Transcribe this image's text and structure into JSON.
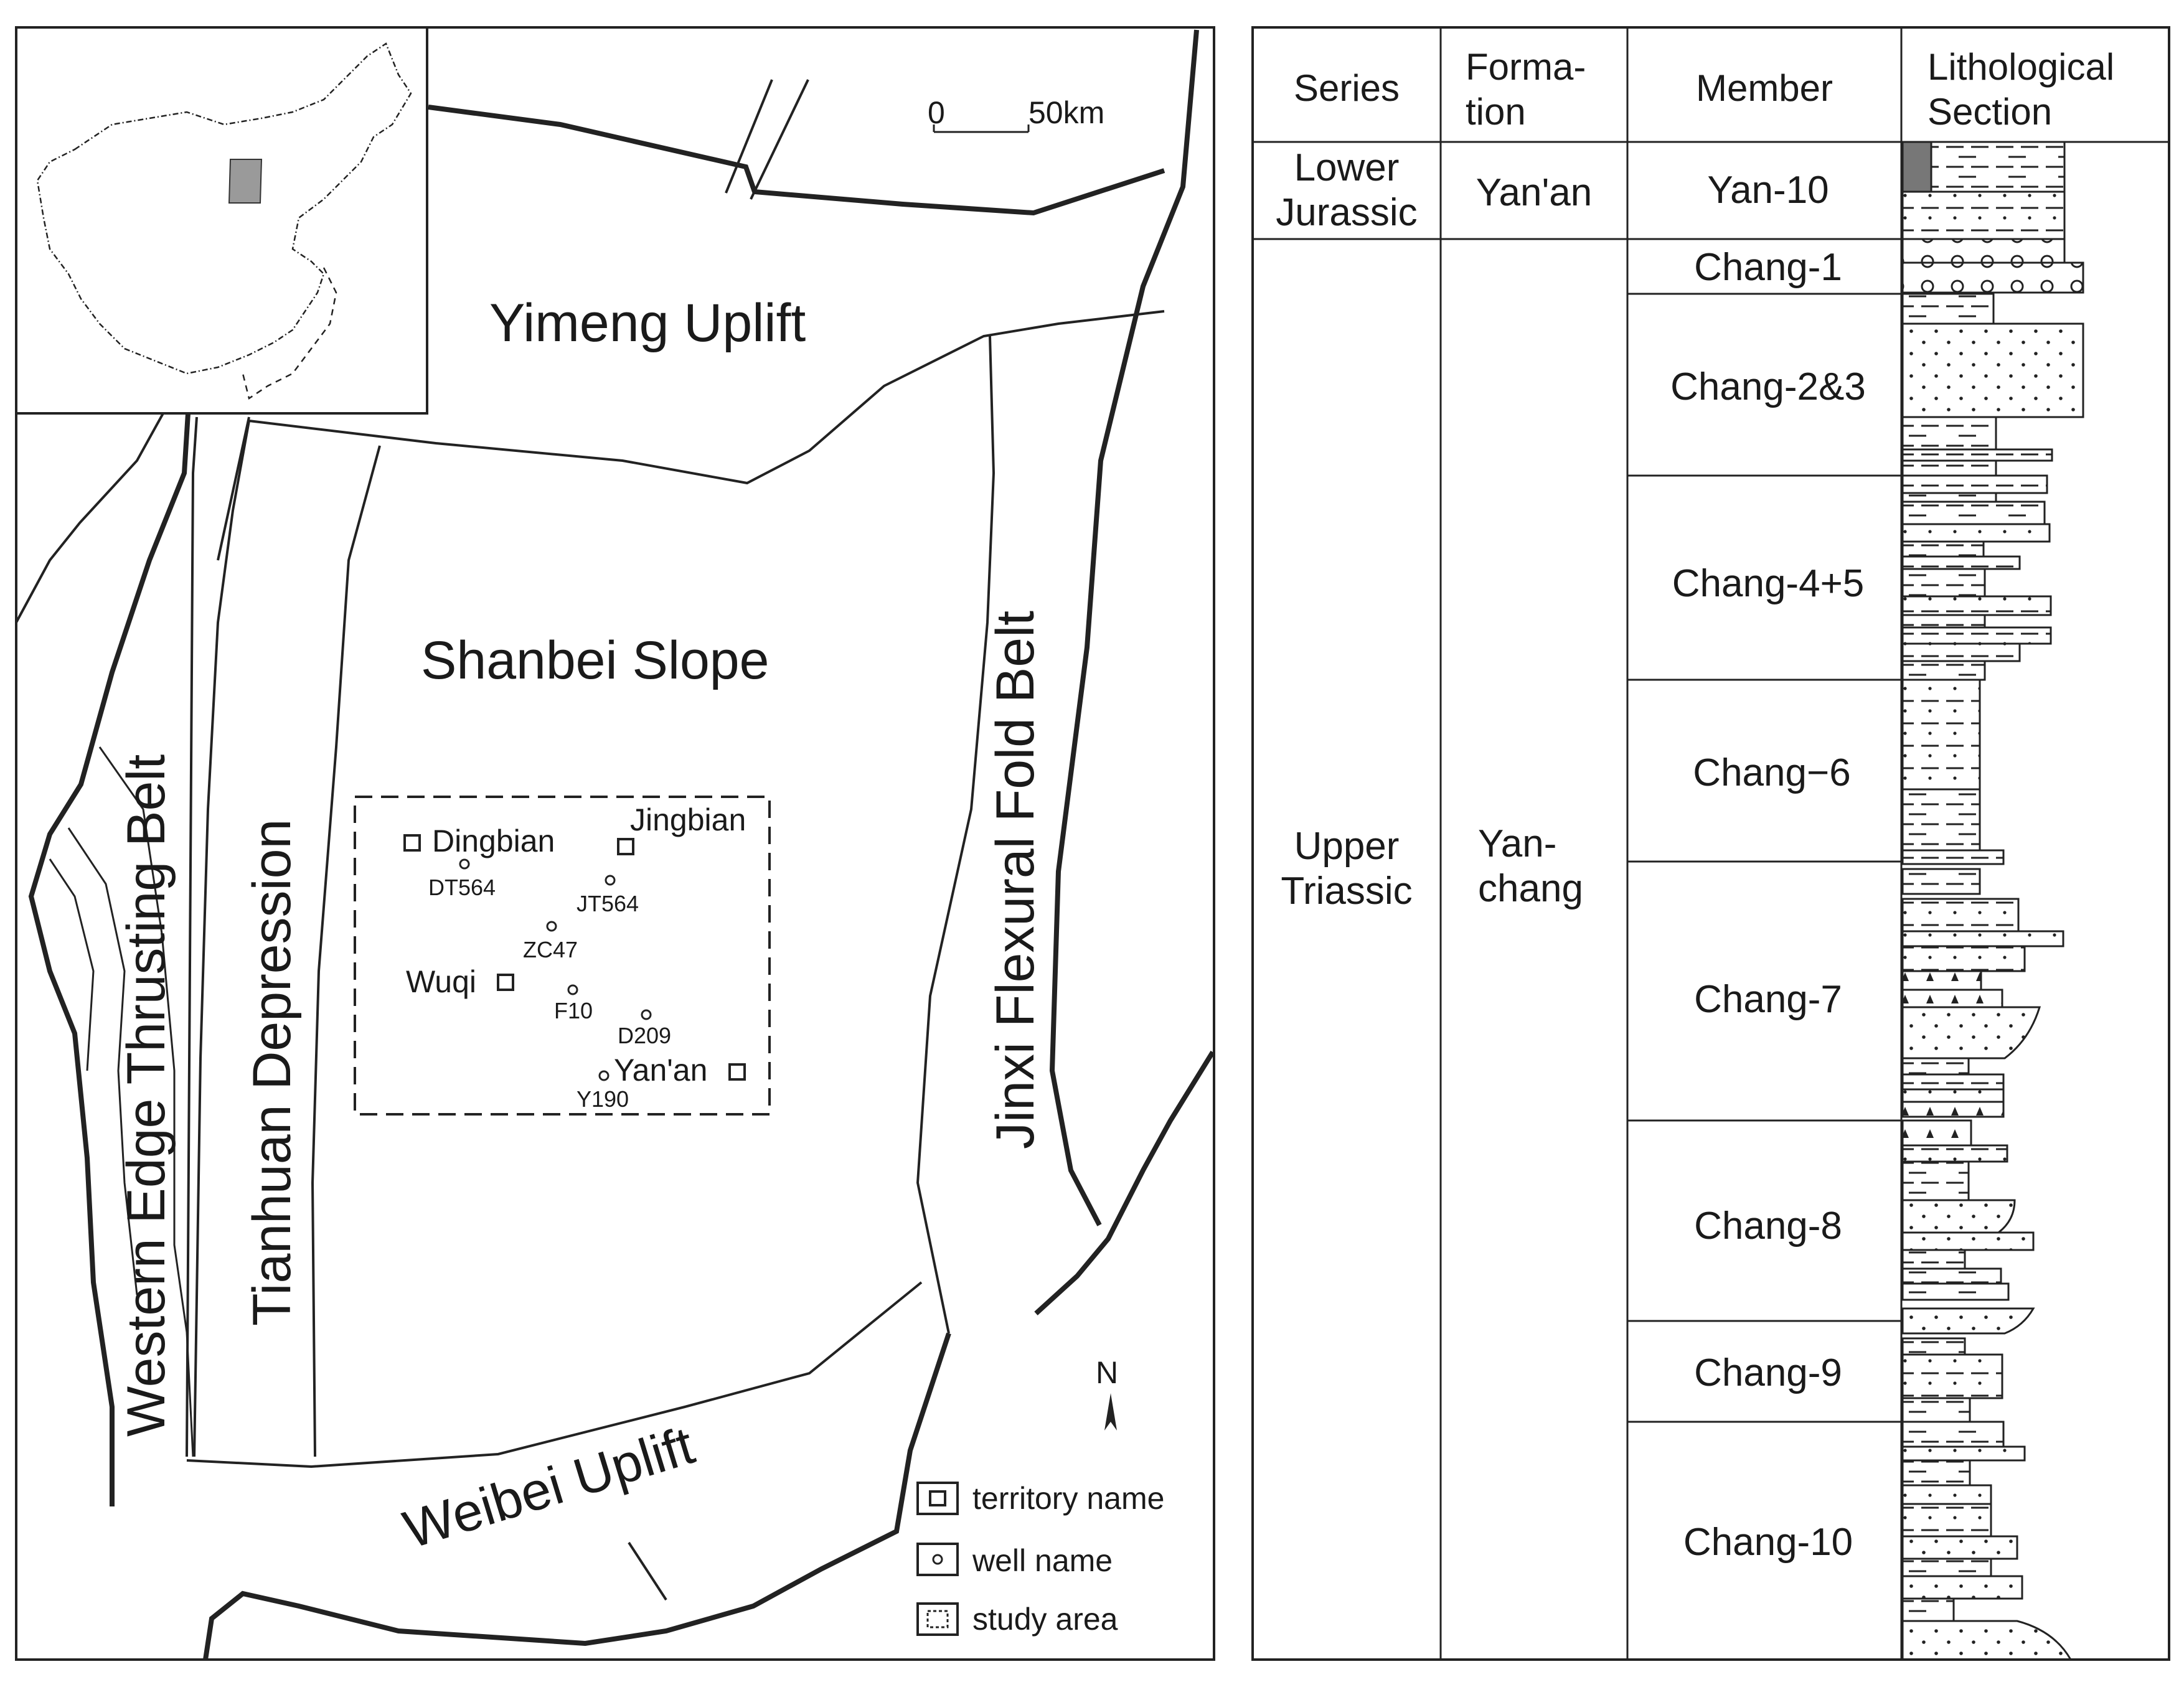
{
  "map": {
    "scale_zero": "0",
    "scale_label": "50km",
    "north_label": "N",
    "regions": {
      "yimeng": "Yimeng Uplift",
      "shanbei": "Shanbei Slope",
      "jinxi": "Jinxi Flexural Fold Belt",
      "tianhuan": "Tianhuan Depression",
      "western": "Western Edge Thrusting Belt",
      "weibei": "Weibei Uplift"
    },
    "territories": [
      "Dingbian",
      "Jingbian",
      "Wuqi",
      "Yan'an"
    ],
    "wells": [
      "DT564",
      "JT564",
      "ZC47",
      "F10",
      "D209",
      "Y190"
    ],
    "legend": {
      "territory": "territory name",
      "well": "well name",
      "study_area": "study area"
    }
  },
  "column": {
    "headers": {
      "series_label": "Series",
      "formation_line1": "Forma-",
      "formation_line2": "tion",
      "member_label": "Member",
      "litho_line1": "Lithological",
      "litho_line2": "Section"
    },
    "series": [
      {
        "line1": "Lower",
        "line2": "Jurassic"
      },
      {
        "line1": "Upper",
        "line2": "Triassic"
      }
    ],
    "formations": [
      {
        "line1": "Yan'an",
        "line2": ""
      },
      {
        "line1": "Yan-",
        "line2": "chang"
      }
    ],
    "members": [
      "Yan-10",
      "Chang-1",
      "Chang-2&3",
      "Chang-4+5",
      "Chang−6",
      "Chang-7",
      "Chang-8",
      "Chang-9",
      "Chang-10"
    ]
  }
}
